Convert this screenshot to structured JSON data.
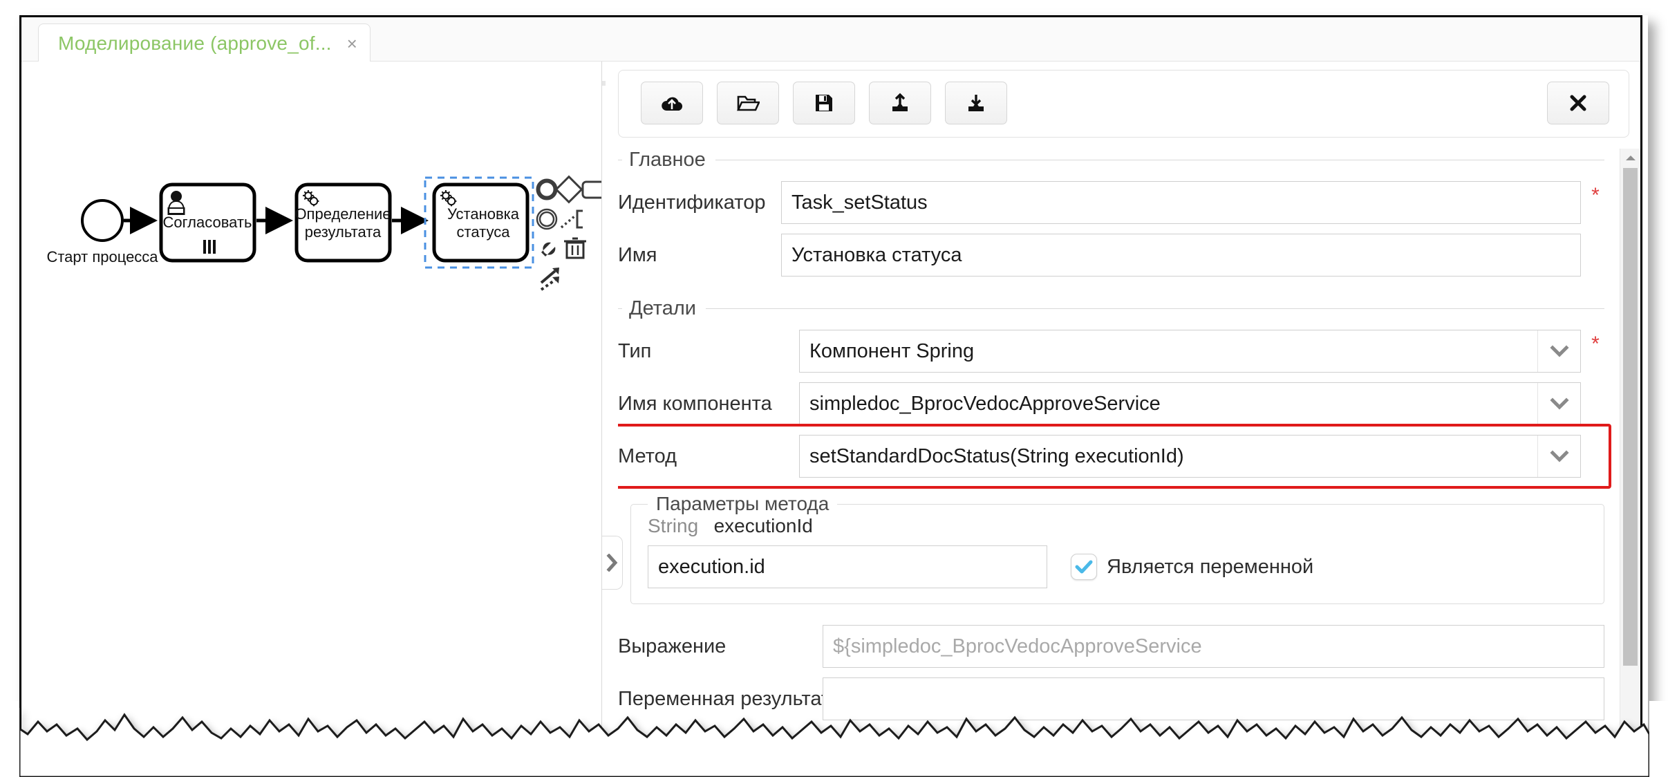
{
  "window": {
    "tab": {
      "label": "Моделирование (approve_of...",
      "close": "×"
    }
  },
  "canvas": {
    "diagram": {
      "type": "bpmn",
      "nodes": [
        {
          "id": "start",
          "shape": "start-event",
          "label": "Старт процесса"
        },
        {
          "id": "task_approve",
          "shape": "user-task",
          "label": "Согласовать",
          "marker": "parallel-multi-instance"
        },
        {
          "id": "task_result",
          "shape": "service-task",
          "label": "Определение результата"
        },
        {
          "id": "task_status",
          "shape": "service-task",
          "label": "Установка статуса",
          "selected": true
        }
      ],
      "flows": [
        {
          "from": "start",
          "to": "task_approve"
        },
        {
          "from": "task_approve",
          "to": "task_result"
        },
        {
          "from": "task_result",
          "to": "task_status"
        }
      ],
      "selection_color": "#4a90e2"
    },
    "context_palette": [
      {
        "name": "end-event-icon",
        "title": "End event"
      },
      {
        "name": "gateway-icon",
        "title": "Gateway"
      },
      {
        "name": "task-icon",
        "title": "Task"
      },
      {
        "name": "intermediate-event-icon",
        "title": "Intermediate event"
      },
      {
        "name": "text-annotation-icon",
        "title": "Text annotation"
      },
      {
        "name": "wrench-icon",
        "title": "Change type"
      },
      {
        "name": "trash-icon",
        "title": "Delete"
      },
      {
        "name": "connect-icon",
        "title": "Connect"
      }
    ],
    "splitter_chevron": "›"
  },
  "panel": {
    "toolbar": {
      "buttons": [
        {
          "name": "deploy-button",
          "icon": "cloud-upload-icon"
        },
        {
          "name": "open-button",
          "icon": "folder-open-icon"
        },
        {
          "name": "save-button",
          "icon": "floppy-disk-icon"
        },
        {
          "name": "upload-button",
          "icon": "upload-icon"
        },
        {
          "name": "download-button",
          "icon": "download-icon"
        }
      ],
      "close": {
        "name": "close-button",
        "icon": "close-x-icon"
      }
    },
    "main_group": {
      "title": "Главное",
      "fields": [
        {
          "label": "Идентификатор",
          "value": "Task_setStatus",
          "required": true
        },
        {
          "label": "Имя",
          "value": "Установка статуса",
          "required": false
        }
      ]
    },
    "details_group": {
      "title": "Детали",
      "type_field": {
        "label": "Тип",
        "value": "Компонент Spring",
        "required": true
      },
      "component_field": {
        "label": "Имя компонента",
        "value": "simpledoc_BprocVedocApproveService",
        "required": false
      },
      "method_field": {
        "label": "Метод",
        "value": "setStandardDocStatus(String executionId)",
        "required": false,
        "highlight_color": "#e01b1b"
      },
      "params_group": {
        "title": "Параметры метода",
        "param_type": "String",
        "param_name": "executionId",
        "param_value": "execution.id",
        "checkbox_label": "Является переменной",
        "checkbox_checked": true,
        "checkbox_color": "#4ab9e8"
      },
      "expression_field": {
        "label": "Выражение",
        "placeholder": "${simpledoc_BprocVedocApproveService",
        "value": ""
      },
      "result_var_field": {
        "label": "Переменная результата",
        "value": ""
      }
    }
  }
}
